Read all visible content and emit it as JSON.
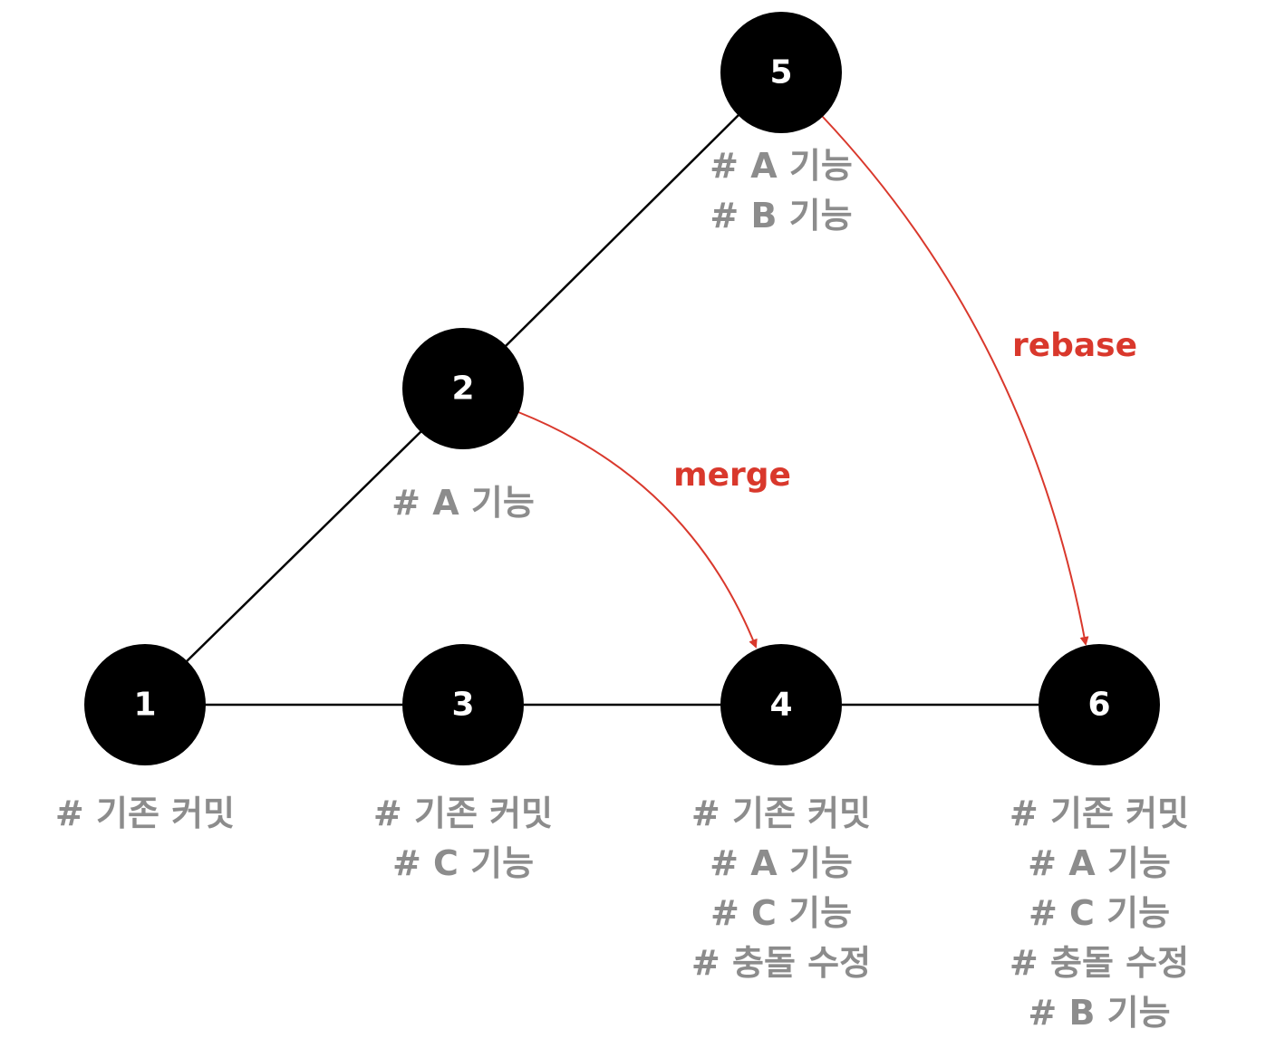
{
  "nodes": [
    {
      "id": "1",
      "label": "1",
      "notes": [
        "# 기존 커밋"
      ]
    },
    {
      "id": "2",
      "label": "2",
      "notes": [
        "# A 기능"
      ]
    },
    {
      "id": "3",
      "label": "3",
      "notes": [
        "# 기존 커밋",
        "# C 기능"
      ]
    },
    {
      "id": "4",
      "label": "4",
      "notes": [
        "# 기존 커밋",
        "# A 기능",
        "# C 기능",
        "# 충돌 수정"
      ]
    },
    {
      "id": "5",
      "label": "5",
      "notes": [
        "# A 기능",
        "# B 기능"
      ]
    },
    {
      "id": "6",
      "label": "6",
      "notes": [
        "# 기존 커밋",
        "# A 기능",
        "# C 기능",
        "# 충돌 수정",
        "# B 기능"
      ]
    }
  ],
  "edges": [
    [
      "1",
      "2"
    ],
    [
      "2",
      "5"
    ],
    [
      "1",
      "3"
    ],
    [
      "3",
      "4"
    ],
    [
      "4",
      "6"
    ]
  ],
  "operations": [
    {
      "from": "2",
      "to": "4",
      "label": "merge"
    },
    {
      "from": "5",
      "to": "6",
      "label": "rebase"
    }
  ],
  "colors": {
    "node": "#000000",
    "node_text": "#ffffff",
    "note_text": "#8c8c8c",
    "operation": "#d9382c"
  }
}
